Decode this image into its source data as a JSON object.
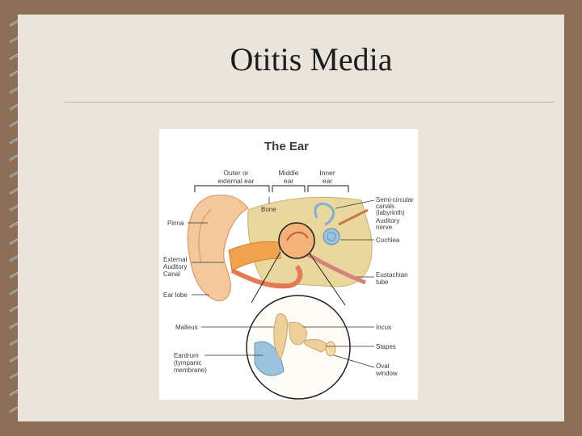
{
  "slide": {
    "title": "Otitis Media"
  },
  "figure": {
    "heading": "The Ear",
    "sections": {
      "outer_1": "Outer or",
      "outer_2": "external ear",
      "middle_1": "Middle",
      "middle_2": "ear",
      "inner_1": "Inner",
      "inner_2": "ear"
    },
    "labels": {
      "pinna": "Pinna",
      "external_canal_1": "External",
      "external_canal_2": "Auditory",
      "external_canal_3": "Canal",
      "ear_lobe": "Ear lobe",
      "bone": "Bone",
      "semicircular_1": "Semi-circular",
      "semicircular_2": "canals",
      "semicircular_3": "(labyrinth)",
      "auditory_nerve_1": "Auditory",
      "auditory_nerve_2": "nerve",
      "cochlea": "Cochlea",
      "eustachian_1": "Eustachian",
      "eustachian_2": "tube",
      "malleus": "Malleus",
      "incus": "Incus",
      "stapes": "Stapes",
      "eardrum_1": "Eardrum",
      "eardrum_2": "(tympanic",
      "eardrum_3": "membrane)",
      "oval_window_1": "Oval",
      "oval_window_2": "window"
    }
  }
}
